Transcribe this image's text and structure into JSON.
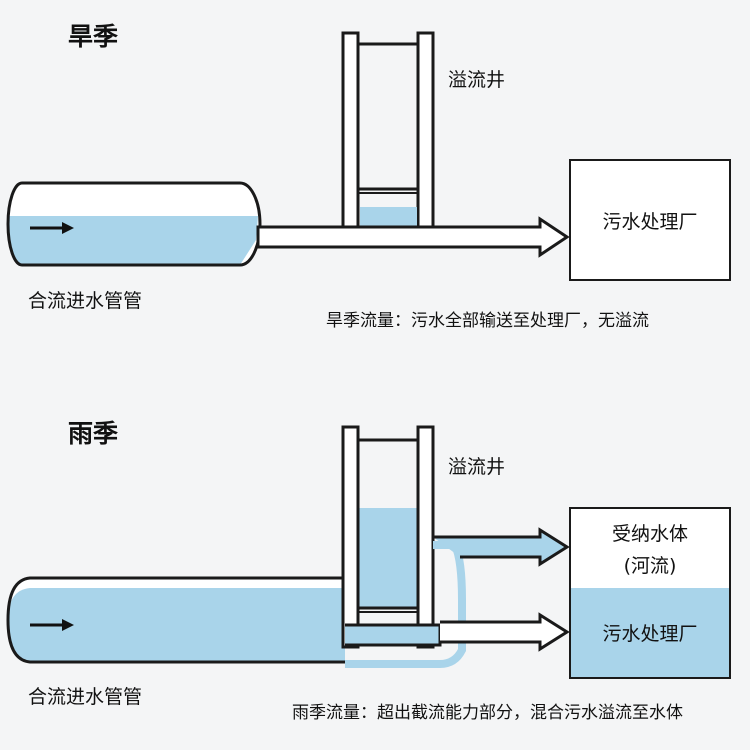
{
  "dry": {
    "title": "旱季",
    "well_label": "溢流井",
    "pipe_label": "合流进水管管",
    "plant_label": "污水处理厂",
    "caption": "旱季流量：污水全部输送至处理厂，无溢流"
  },
  "wet": {
    "title": "雨季",
    "well_label": "溢流井",
    "pipe_label": "合流进水管管",
    "receiving_label_line1": "受纳水体",
    "receiving_label_line2": "(河流)",
    "plant_label": "污水处理厂",
    "caption": "雨季流量：超出截流能力部分，混合污水溢流至水体"
  },
  "colors": {
    "water": "#a9d4ea",
    "outline": "#1a1a1a",
    "background": "#f4f5f6",
    "box_fill": "#ffffff"
  }
}
